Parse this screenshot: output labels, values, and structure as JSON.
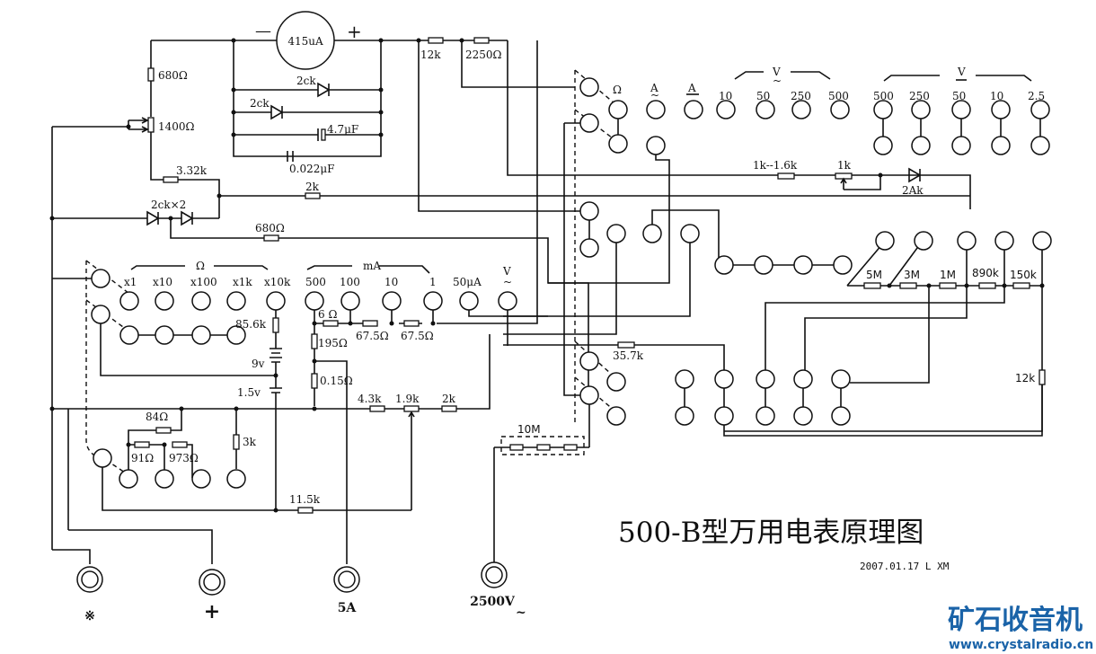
{
  "title": "500-B型万用电表原理图",
  "date_author": "2007.01.17  L XM",
  "watermark": {
    "logo": "矿石收音机",
    "url": "www.crystalradio.cn",
    "color": "#1a63a8"
  },
  "meter": {
    "label": "415uA",
    "minus": "—",
    "plus": "+"
  },
  "components": {
    "r680_top": "680Ω",
    "pot1400": "1400Ω",
    "d2ck_a": "2ck",
    "d2ck_b": "2ck",
    "c47": "4.7μF",
    "c0022": "0.022μF",
    "r332k": "3.32k",
    "d2ckx2": "2ck×2",
    "r2k_mid": "2k",
    "r680_mid": "680Ω",
    "r12k_top": "12k",
    "r2250": "2250Ω",
    "r1k16k": "1k--1.6k",
    "pot1k": "1k",
    "d2ak": "2Ak",
    "r856k": "85.6k",
    "bat9v": "9v",
    "bat15v": "1.5v",
    "r6": "6 Ω",
    "r195": "195Ω",
    "r015": "0.15Ω",
    "r675a": "67.5Ω",
    "r675b": "67.5Ω",
    "r43k": "4.3k",
    "pot19k": "1.9k",
    "r2k_low": "2k",
    "r84": "84Ω",
    "r91": "91Ω",
    "r973": "973Ω",
    "r3k": "3k",
    "r115k": "11.5k",
    "r357k": "35.7k",
    "r10m": "10M",
    "r5m": "5M",
    "r3m": "3M",
    "r1m": "1M",
    "r890k": "890k",
    "r150k": "150k",
    "r12k_right": "12k"
  },
  "switch_right": {
    "ohm": "Ω",
    "aac": "A",
    "adc": "A",
    "vac_group": "V",
    "vac": [
      "10",
      "50",
      "250",
      "500"
    ],
    "vdc_group": "V",
    "vdc": [
      "500",
      "250",
      "50",
      "10",
      "2.5"
    ]
  },
  "switch_left": {
    "ohm_group": "Ω",
    "ohm": [
      "x1",
      "x10",
      "x100",
      "x1k",
      "x10k"
    ],
    "ma_group": "mA",
    "ma": [
      "500",
      "100",
      "10",
      "1"
    ],
    "ua": "50μA",
    "vac": "V"
  },
  "terminals": [
    {
      "label": "※"
    },
    {
      "label": "+"
    },
    {
      "label": "5A"
    },
    {
      "label": "2500V"
    }
  ]
}
